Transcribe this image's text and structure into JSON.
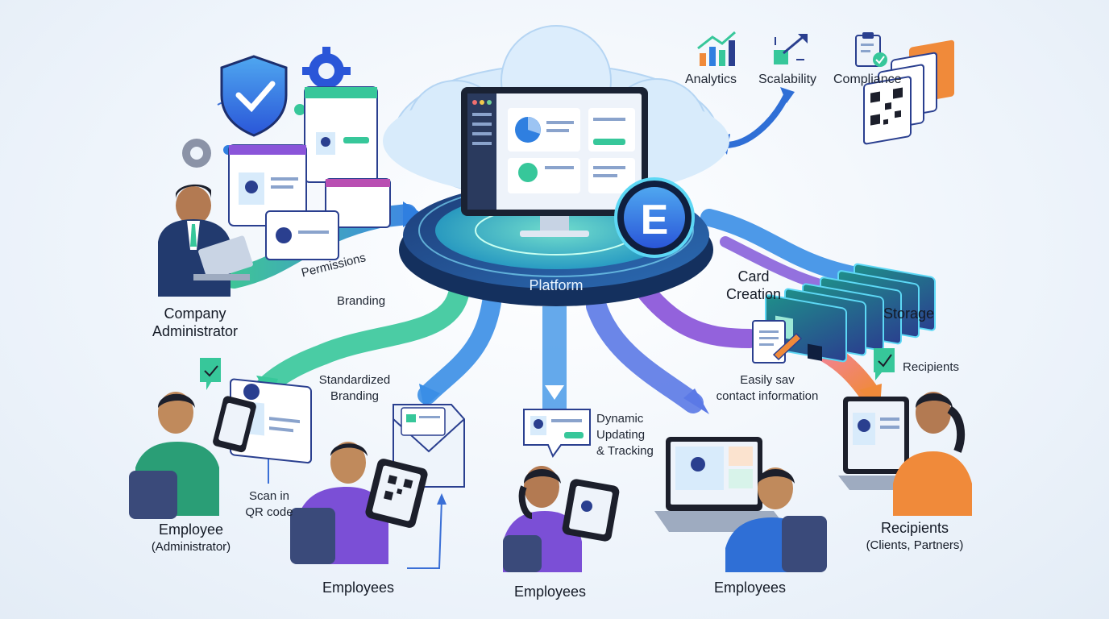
{
  "platform": {
    "badge_letter": "E",
    "label": "Platform"
  },
  "top_icons": [
    {
      "icon": "analytics-icon",
      "label": "Analytics"
    },
    {
      "icon": "scalability-icon",
      "label": "Scalability"
    },
    {
      "icon": "compliance-icon",
      "label": "Compliance"
    }
  ],
  "labels": {
    "company_admin": [
      "Company",
      "Administrator"
    ],
    "permissions": "Permissions",
    "branding": "Branding",
    "card_creation": [
      "Card",
      "Creation"
    ],
    "storage": "Storage",
    "standardized_branding": [
      "Standardized",
      "Branding"
    ],
    "easily_save": [
      "Easily sav",
      "contact information"
    ],
    "recipients_note": "Recipients",
    "dynamic_updating": [
      "Dynamic",
      "Updating",
      "& Tracking"
    ],
    "scan_qr": [
      "Scan in",
      "QR code"
    ],
    "employee_admin": [
      "Employee",
      "(Administrator)"
    ],
    "employees_1": "Employees",
    "employees_2": "Employees",
    "employees_3": "Employees",
    "recipients": [
      "Recipients",
      "(Clients, Partners)"
    ]
  },
  "colors": {
    "cloud": "#cfe6fb",
    "platform_teal": "#3ed6b4",
    "platform_navy": "#1e3a6e",
    "arrow_green": "#2fbf8f",
    "arrow_blue": "#2f7fe0",
    "arrow_purple": "#7b4fd6",
    "arrow_orange": "#f08a3a",
    "accent_badge": "#2a56d8"
  }
}
